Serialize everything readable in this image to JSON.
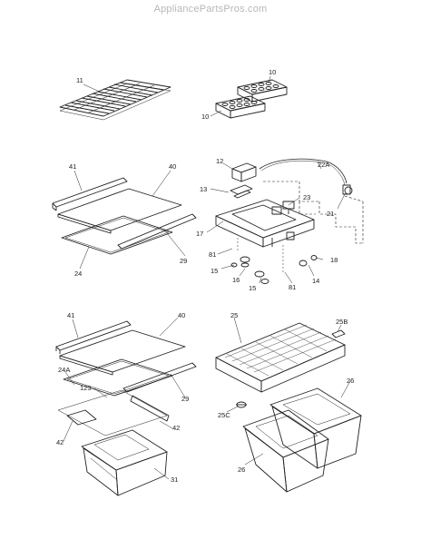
{
  "watermark": "AppliancePartsPros.com",
  "callouts": {
    "c11": "11",
    "c10a": "10",
    "c10b": "10",
    "c41a": "41",
    "c40a": "40",
    "c29a": "29",
    "c24": "24",
    "c12": "12",
    "c22A": "22A",
    "c13": "13",
    "c23": "23",
    "c21": "21",
    "c17": "17",
    "c81a": "81",
    "c15a": "15",
    "c16": "16",
    "c15b": "15",
    "c81b": "81",
    "c14": "14",
    "c18": "18",
    "c41b": "41",
    "c40b": "40",
    "c24A": "24A",
    "c123": "123",
    "c29b": "29",
    "c42a": "42",
    "c42b": "42",
    "c31": "31",
    "c25": "25",
    "c25B": "25B",
    "c26a": "26",
    "c25C": "25C",
    "c26b": "26"
  }
}
